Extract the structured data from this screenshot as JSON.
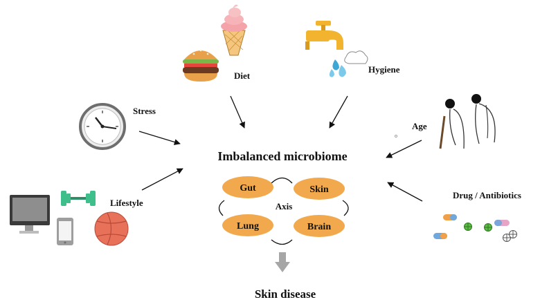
{
  "factors": {
    "diet": "Diet",
    "hygiene": "Hygiene",
    "stress": "Stress",
    "age": "Age",
    "lifestyle": "Lifestyle",
    "drugs": "Drug / Antibiotics"
  },
  "center": {
    "title": "Imbalanced microbiome",
    "axis_label": "Axis",
    "nodes": [
      "Gut",
      "Skin",
      "Lung",
      "Brain"
    ]
  },
  "outcome": "Skin disease",
  "colors": {
    "node_fill": "#F2A94E",
    "arrow": "#111111",
    "down_arrow": "#A6A6A6"
  },
  "icons": [
    "ice-cream-icon",
    "burger-icon",
    "faucet-icon",
    "water-drops-icon",
    "clock-icon",
    "elderly-people-icon",
    "monitor-icon",
    "dumbbell-icon",
    "phone-icon",
    "basketball-icon",
    "pills-icon"
  ]
}
